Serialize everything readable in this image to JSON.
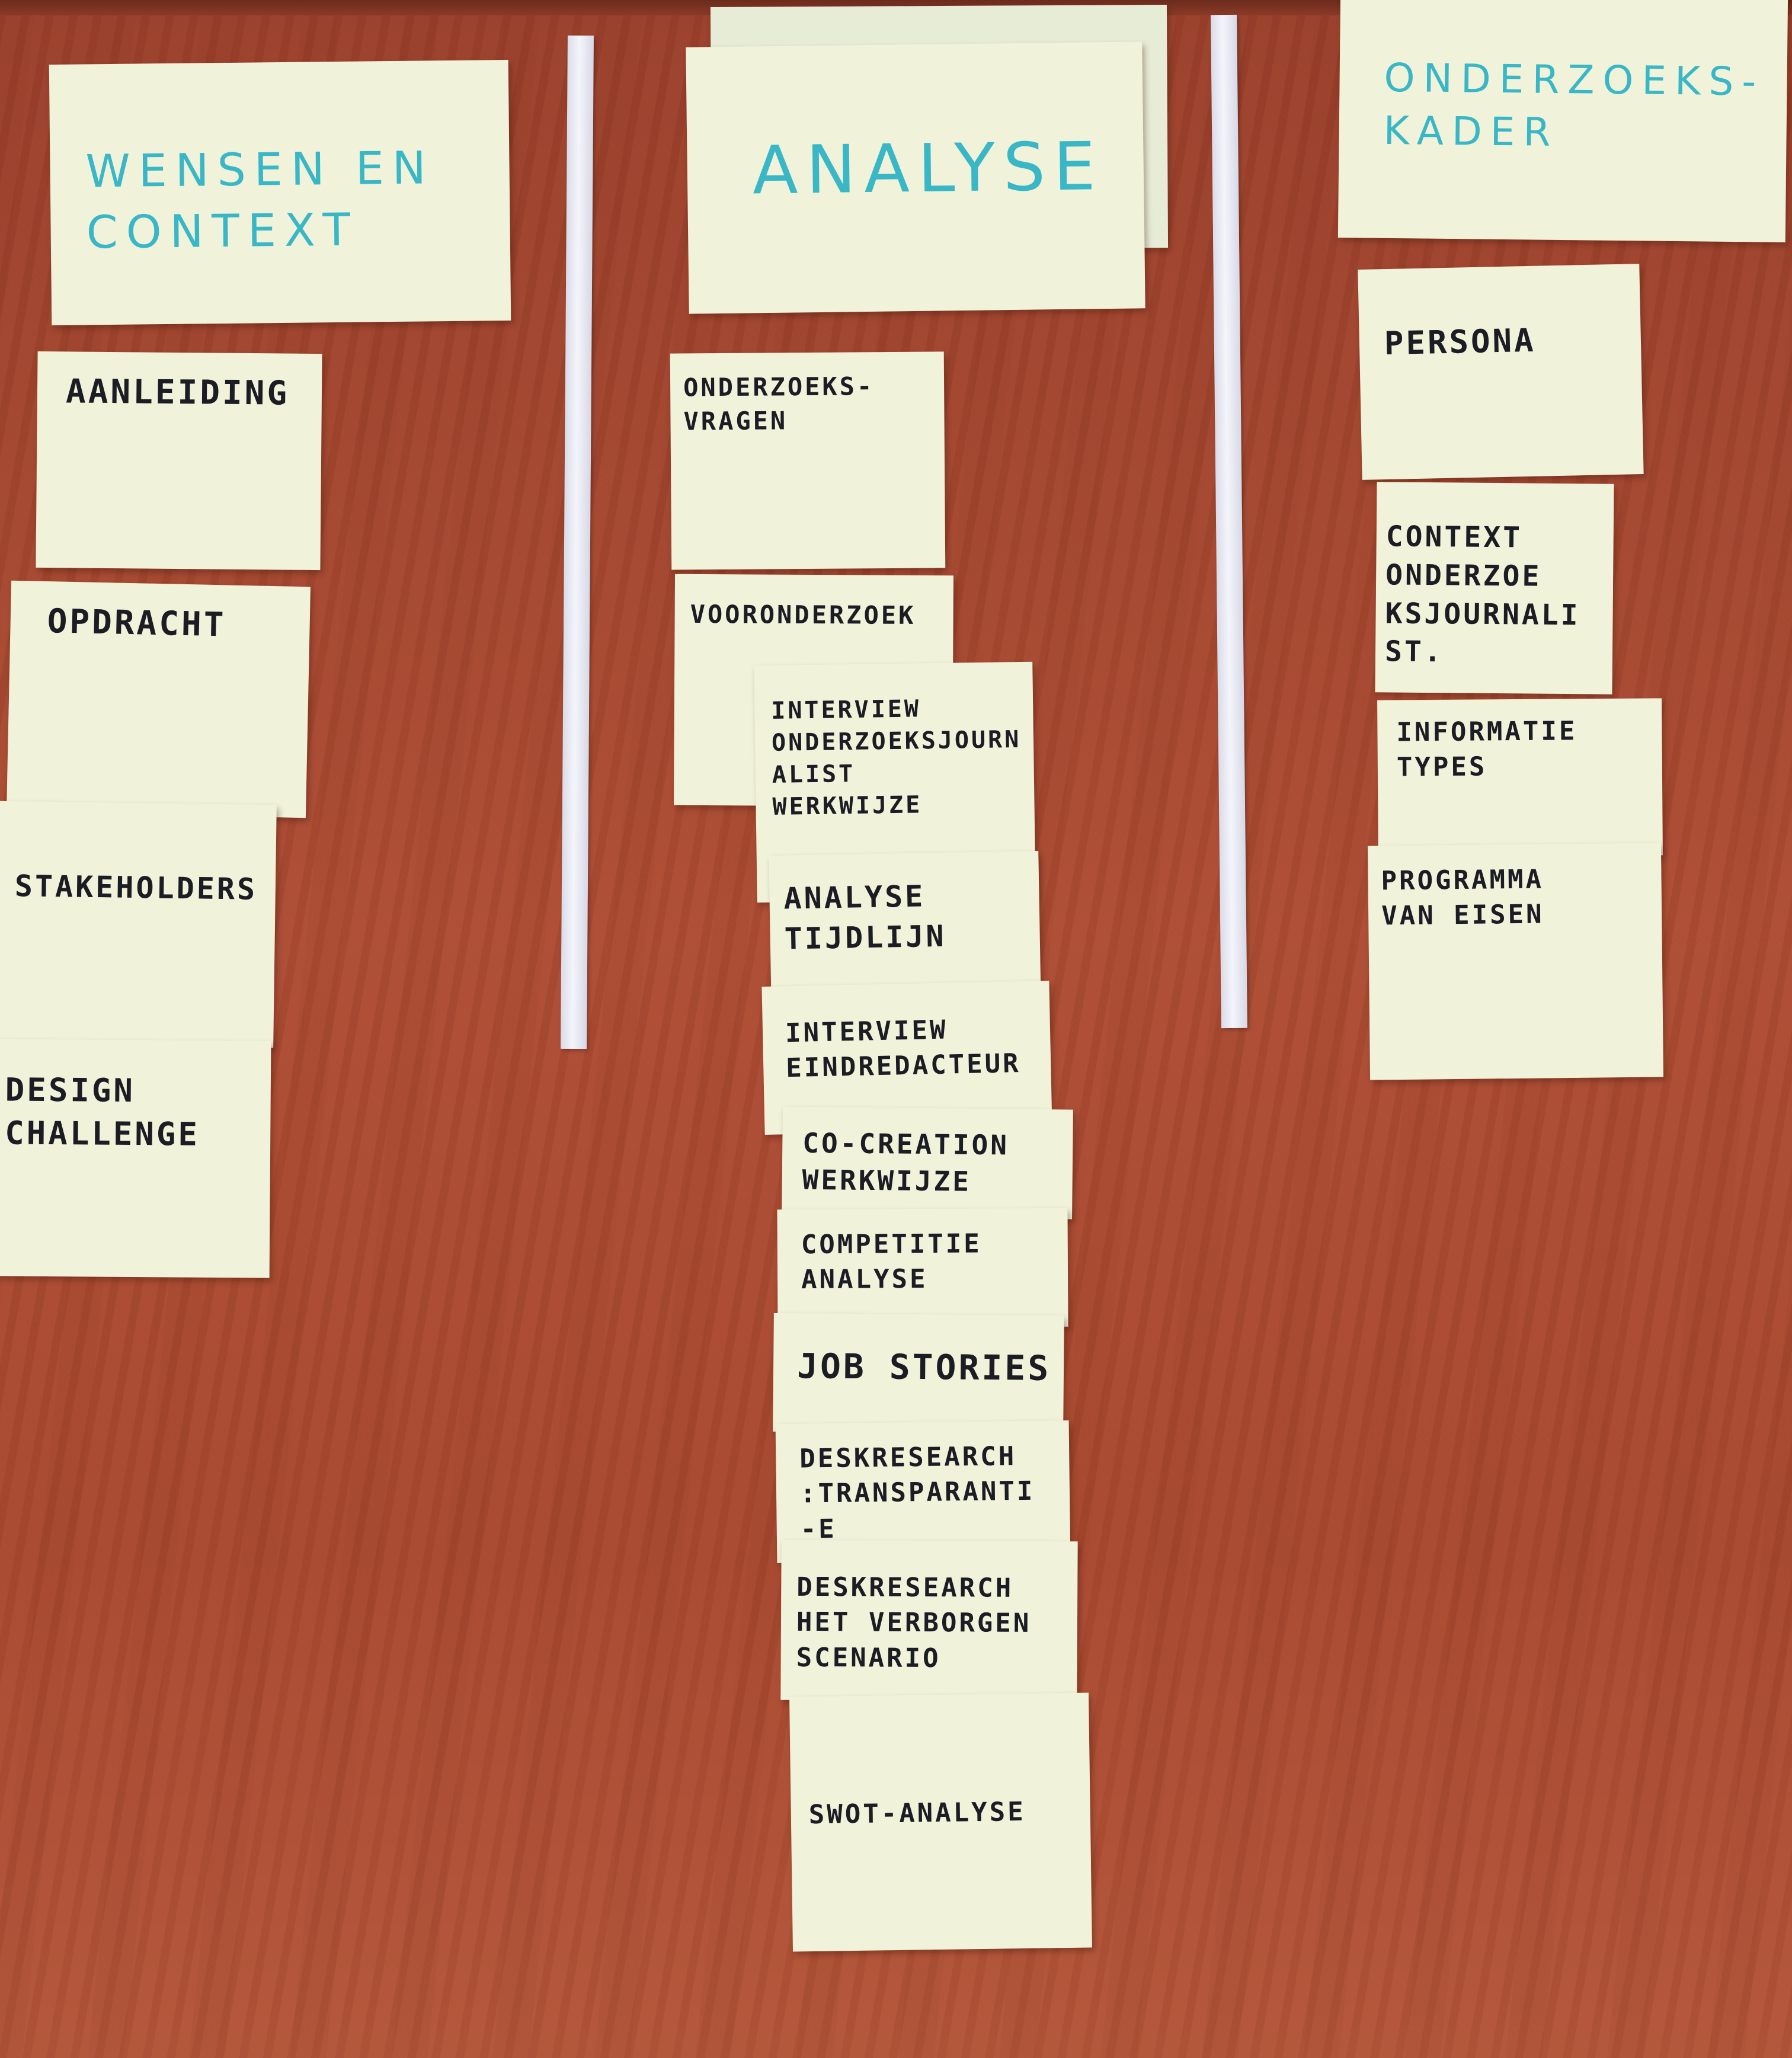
{
  "columns": [
    {
      "header": "WENSEN EN\nCONTEXT",
      "notes": [
        "AANLEIDING",
        "OPDRACHT",
        "STAKEHOLDERS",
        "DESIGN\nCHALLENGE"
      ]
    },
    {
      "header": "ANALYSE",
      "notes": [
        "ONDERZOEKS-\nVRAGEN",
        "VOORONDERZOEK",
        "INTERVIEW\nONDERZOEKSJOURN\nALIST\nWERKWIJZE",
        "ANALYSE\nTIJDLIJN",
        "INTERVIEW\nEINDREDACTEUR",
        "CO-CREATION\nWERKWIJZE",
        "COMPETITIE\nANALYSE",
        "JOB STORIES",
        "DESKRESEARCH\n:TRANSPARANTI\n-E",
        "DESKRESEARCH\nHET VERBORGEN\nSCENARIO",
        "SWOT-ANALYSE"
      ]
    },
    {
      "header": "ONDERZOEKS-\nKADER",
      "notes": [
        "PERSONA",
        "CONTEXT\nONDERZOE\nKSJOURNALI\nST.",
        "INFORMATIE\nTYPES",
        "PROGRAMMA\nVAN EISEN"
      ]
    }
  ]
}
